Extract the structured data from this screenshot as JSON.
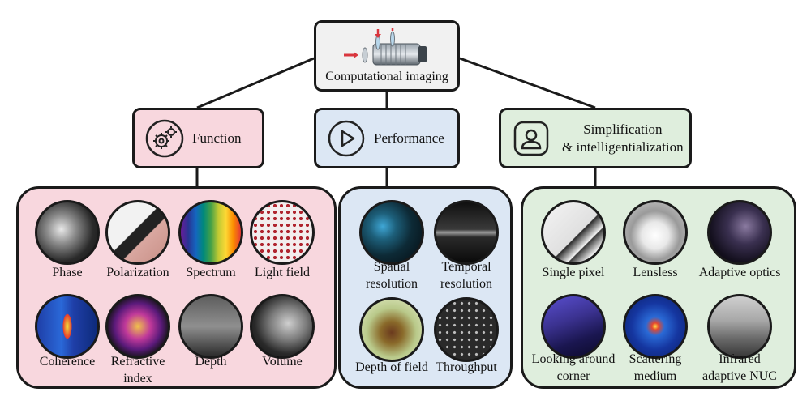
{
  "root": {
    "label": "Computational imaging",
    "icon": "camera-lens-icon"
  },
  "categories": {
    "function": {
      "label": "Function",
      "icon": "gears-icon",
      "color": "#f8d7de"
    },
    "performance": {
      "label": "Performance",
      "icon": "play-icon",
      "color": "#dce7f4"
    },
    "simplification": {
      "label_line1": "Simplification",
      "label_line2": "& intelligentialization",
      "icon": "person-icon",
      "color": "#dfeedd"
    }
  },
  "function_items": [
    {
      "line1": "Phase",
      "line2": ""
    },
    {
      "line1": "Polarization",
      "line2": ""
    },
    {
      "line1": "Spectrum",
      "line2": ""
    },
    {
      "line1": "Light field",
      "line2": ""
    },
    {
      "line1": "Coherence",
      "line2": ""
    },
    {
      "line1": "Refractive",
      "line2": "index"
    },
    {
      "line1": "Depth",
      "line2": ""
    },
    {
      "line1": "Volume",
      "line2": ""
    }
  ],
  "performance_items": [
    {
      "line1": "Spatial",
      "line2": "resolution"
    },
    {
      "line1": "Temporal",
      "line2": "resolution"
    },
    {
      "line1": "Depth of field",
      "line2": ""
    },
    {
      "line1": "Throughput",
      "line2": ""
    }
  ],
  "simplification_items": [
    {
      "line1": "Single pixel",
      "line2": ""
    },
    {
      "line1": "Lensless",
      "line2": ""
    },
    {
      "line1": "Adaptive optics",
      "line2": ""
    },
    {
      "line1": "Looking around",
      "line2": "corner"
    },
    {
      "line1": "Scattering",
      "line2": "medium"
    },
    {
      "line1": "Infrared",
      "line2": "adaptive NUC"
    }
  ]
}
